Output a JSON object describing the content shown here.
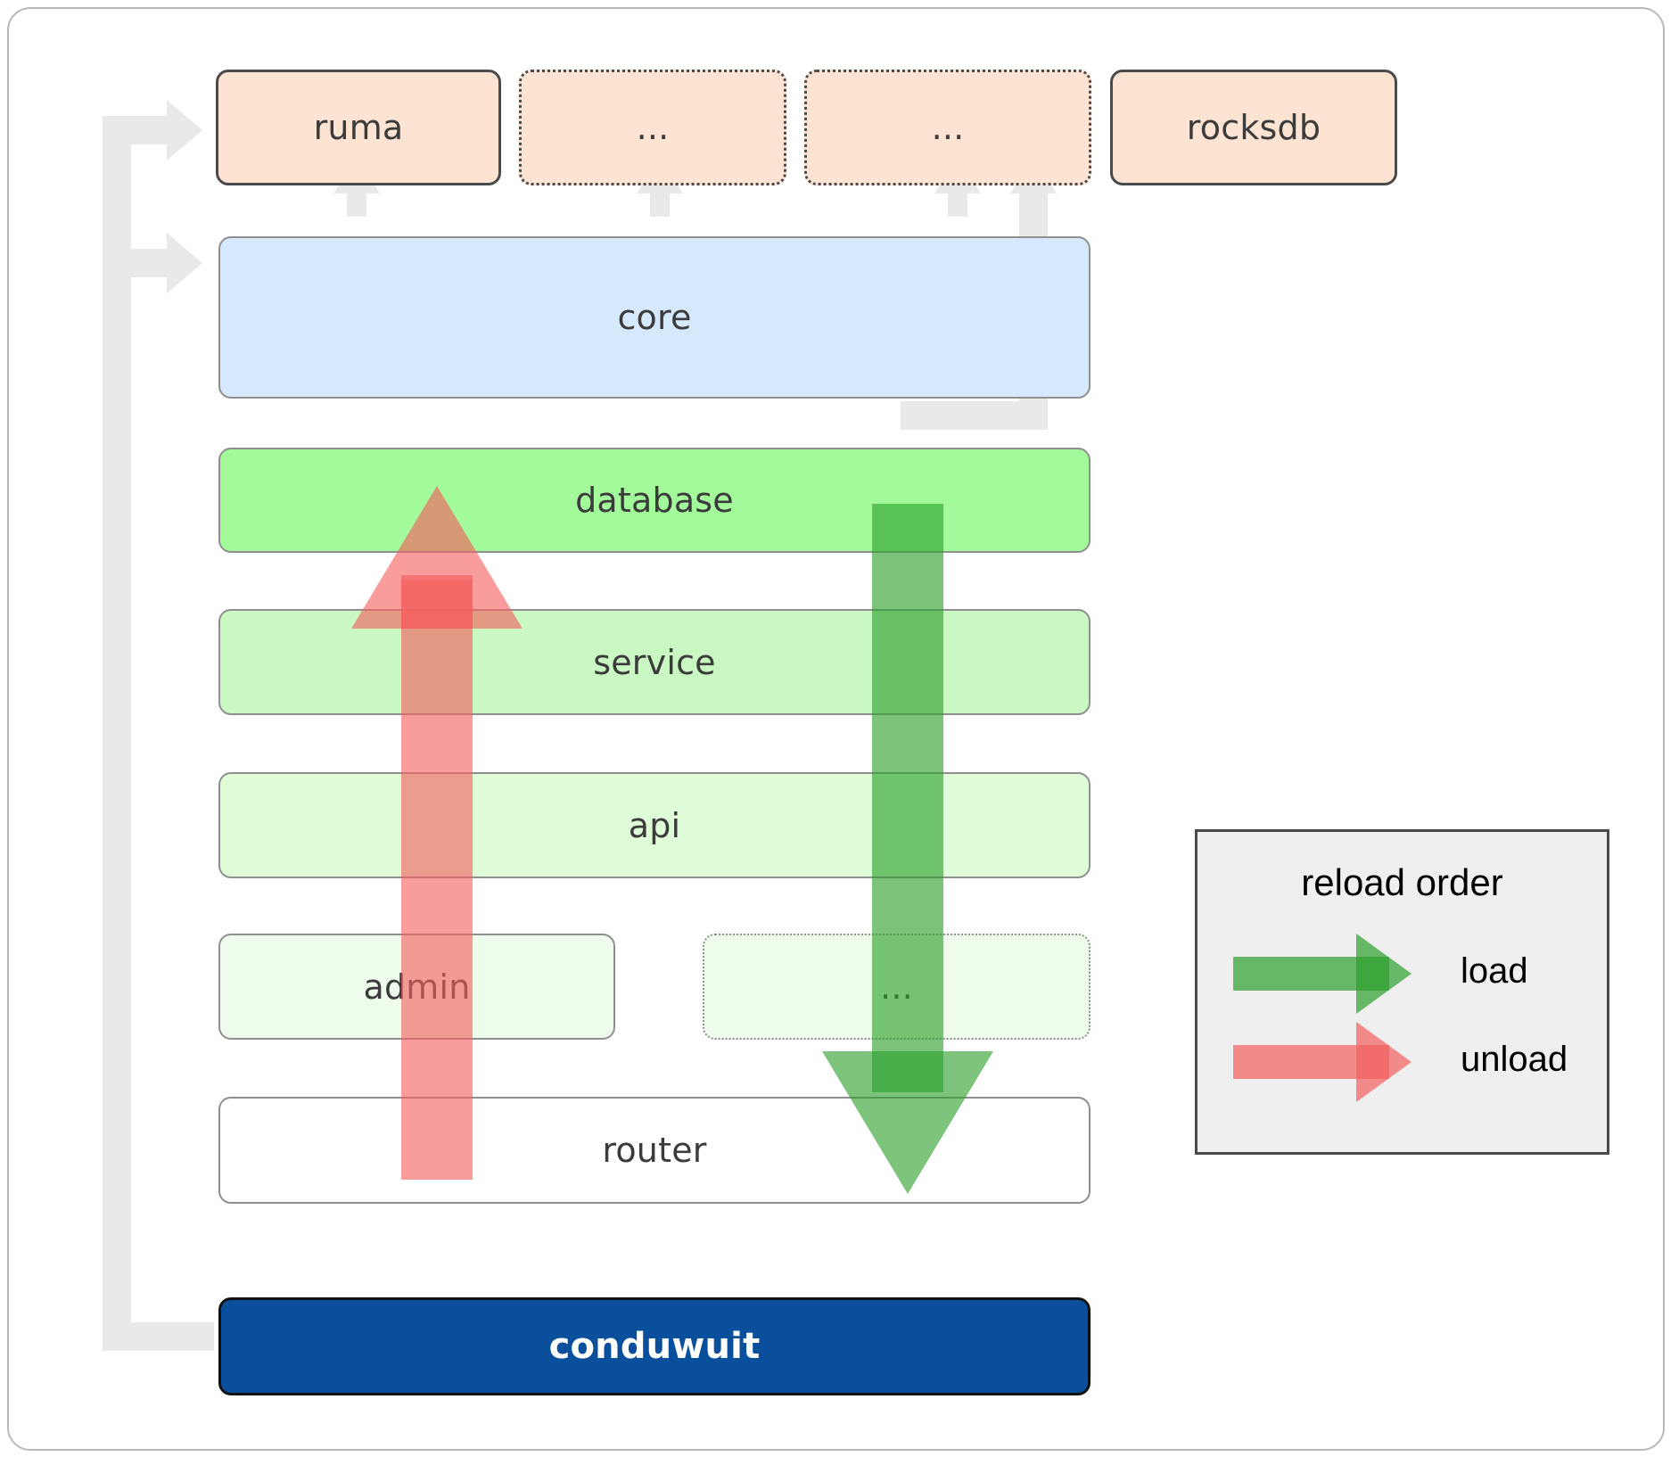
{
  "diagram": {
    "dependencies": [
      {
        "label": "ruma",
        "style": "solid"
      },
      {
        "label": "...",
        "style": "dotted"
      },
      {
        "label": "...",
        "style": "dotted"
      },
      {
        "label": "rocksdb",
        "style": "solid"
      }
    ],
    "layers": [
      {
        "label": "core",
        "style": "solid"
      },
      {
        "label": "database",
        "style": "solid"
      },
      {
        "label": "service",
        "style": "solid"
      },
      {
        "label": "api",
        "style": "solid"
      },
      {
        "label": "admin",
        "style": "solid"
      },
      {
        "label": "...",
        "style": "dotted"
      },
      {
        "label": "router",
        "style": "solid"
      }
    ],
    "root": {
      "label": "conduwuit"
    }
  },
  "legend": {
    "title": "reload order",
    "items": [
      {
        "label": "load",
        "color": "#2ca02c"
      },
      {
        "label": "unload",
        "color": "#f45f5f"
      }
    ]
  },
  "colors": {
    "dependency_fill": "#fde3d2",
    "core_fill": "#d6e8fc",
    "database_fill": "#a3fa9a",
    "service_fill": "#caf8c2",
    "api_fill": "#ddfcd7",
    "admin_fill": "#eefdeb",
    "router_fill": "#ffffff",
    "root_fill": "#0a4f9c",
    "connector": "#e9e9e9",
    "load_arrow": "#2ca02c",
    "unload_arrow": "#f45f5f",
    "legend_bg": "#efefef"
  }
}
